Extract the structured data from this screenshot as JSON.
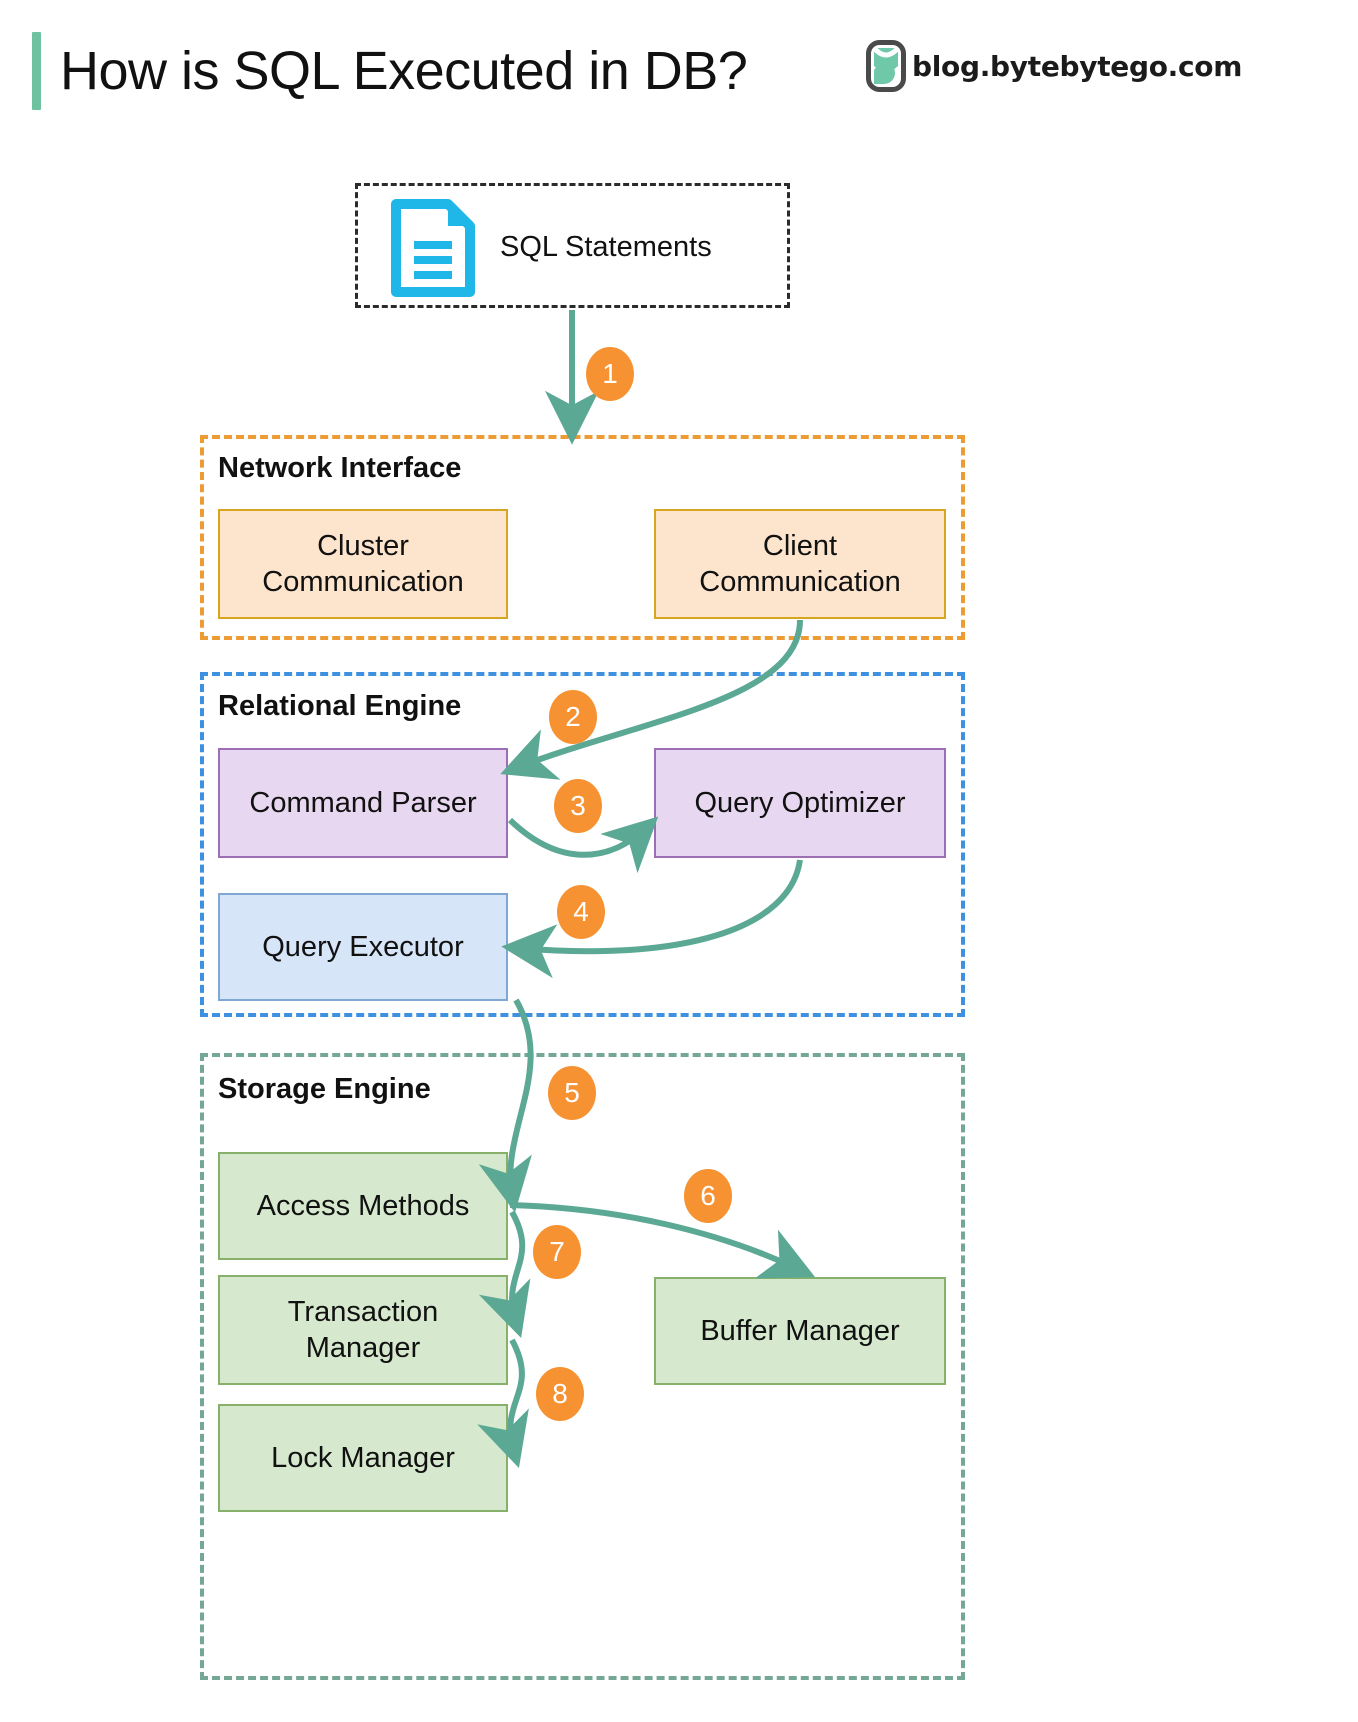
{
  "header": {
    "title": "How is SQL Executed in DB?",
    "brand_text": "blog.bytebytego.com",
    "brand_logo_icon": "bytebytego-logo-icon",
    "accent_bar_color": "#6FC2A0"
  },
  "diagram": {
    "type": "flow-diagram",
    "input": {
      "label": "SQL Statements",
      "icon": "document-lines-icon",
      "icon_color": "#1FB6E8",
      "border_style": "dashed",
      "border_color": "#2b2b2b"
    },
    "groups": [
      {
        "id": "network-interface",
        "title": "Network Interface",
        "border_color": "#ED9B33",
        "node_fill": "#FCE4CD",
        "node_border": "#D6A61F",
        "nodes": [
          {
            "id": "cluster-communication",
            "label": "Cluster\nCommunication",
            "line1": "Cluster",
            "line2": "Communication"
          },
          {
            "id": "client-communication",
            "label": "Client\nCommunication",
            "line1": "Client",
            "line2": "Communication"
          }
        ]
      },
      {
        "id": "relational-engine",
        "title": "Relational Engine",
        "border_color": "#3D91E0",
        "nodes": [
          {
            "id": "command-parser",
            "label": "Command Parser",
            "fill": "#E7D7F0",
            "border": "#9C6FB5"
          },
          {
            "id": "query-optimizer",
            "label": "Query Optimizer",
            "fill": "#E7D7F0",
            "border": "#9C6FB5"
          },
          {
            "id": "query-executor",
            "label": "Query Executor",
            "fill": "#D7E5F8",
            "border": "#7FA7D4"
          }
        ]
      },
      {
        "id": "storage-engine",
        "title": "Storage Engine",
        "border_color": "#74A894",
        "node_fill": "#D6E9CE",
        "node_border": "#87B16B",
        "nodes": [
          {
            "id": "access-methods",
            "label": "Access Methods"
          },
          {
            "id": "transaction-manager",
            "label": "Transaction\nManager",
            "line1": "Transaction",
            "line2": "Manager"
          },
          {
            "id": "buffer-manager",
            "label": "Buffer Manager"
          },
          {
            "id": "lock-manager",
            "label": "Lock Manager"
          }
        ]
      }
    ],
    "steps": [
      {
        "n": "1",
        "from": "sql-statements",
        "to": "network-interface"
      },
      {
        "n": "2",
        "from": "client-communication",
        "to": "command-parser"
      },
      {
        "n": "3",
        "from": "command-parser",
        "to": "query-optimizer"
      },
      {
        "n": "4",
        "from": "query-optimizer",
        "to": "query-executor"
      },
      {
        "n": "5",
        "from": "query-executor",
        "to": "access-methods"
      },
      {
        "n": "6",
        "from": "access-methods",
        "to": "buffer-manager"
      },
      {
        "n": "7",
        "from": "access-methods",
        "to": "transaction-manager"
      },
      {
        "n": "8",
        "from": "transaction-manager",
        "to": "lock-manager"
      }
    ],
    "arrow_color": "#5BA894",
    "step_badge_color": "#F79232"
  }
}
